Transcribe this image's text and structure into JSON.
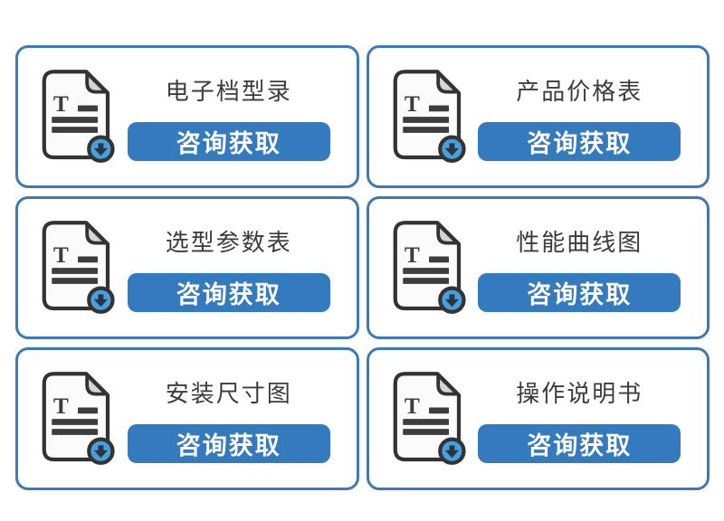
{
  "colors": {
    "card_border": "#3d79b6",
    "button_background": "#337abf",
    "button_text": "#ffffff",
    "badge_blue": "#47a0dc",
    "icon_outline": "#333333",
    "title_text": "#3c3c3c",
    "fold_gray": "#d9d4d4",
    "page_background": "#ffffff"
  },
  "icon": {
    "name": "document-download-icon",
    "letter": "T"
  },
  "cards": [
    {
      "title": "电子档型录",
      "button_label": "咨询获取"
    },
    {
      "title": "产品价格表",
      "button_label": "咨询获取"
    },
    {
      "title": "选型参数表",
      "button_label": "咨询获取"
    },
    {
      "title": "性能曲线图",
      "button_label": "咨询获取"
    },
    {
      "title": "安装尺寸图",
      "button_label": "咨询获取"
    },
    {
      "title": "操作说明书",
      "button_label": "咨询获取"
    }
  ]
}
